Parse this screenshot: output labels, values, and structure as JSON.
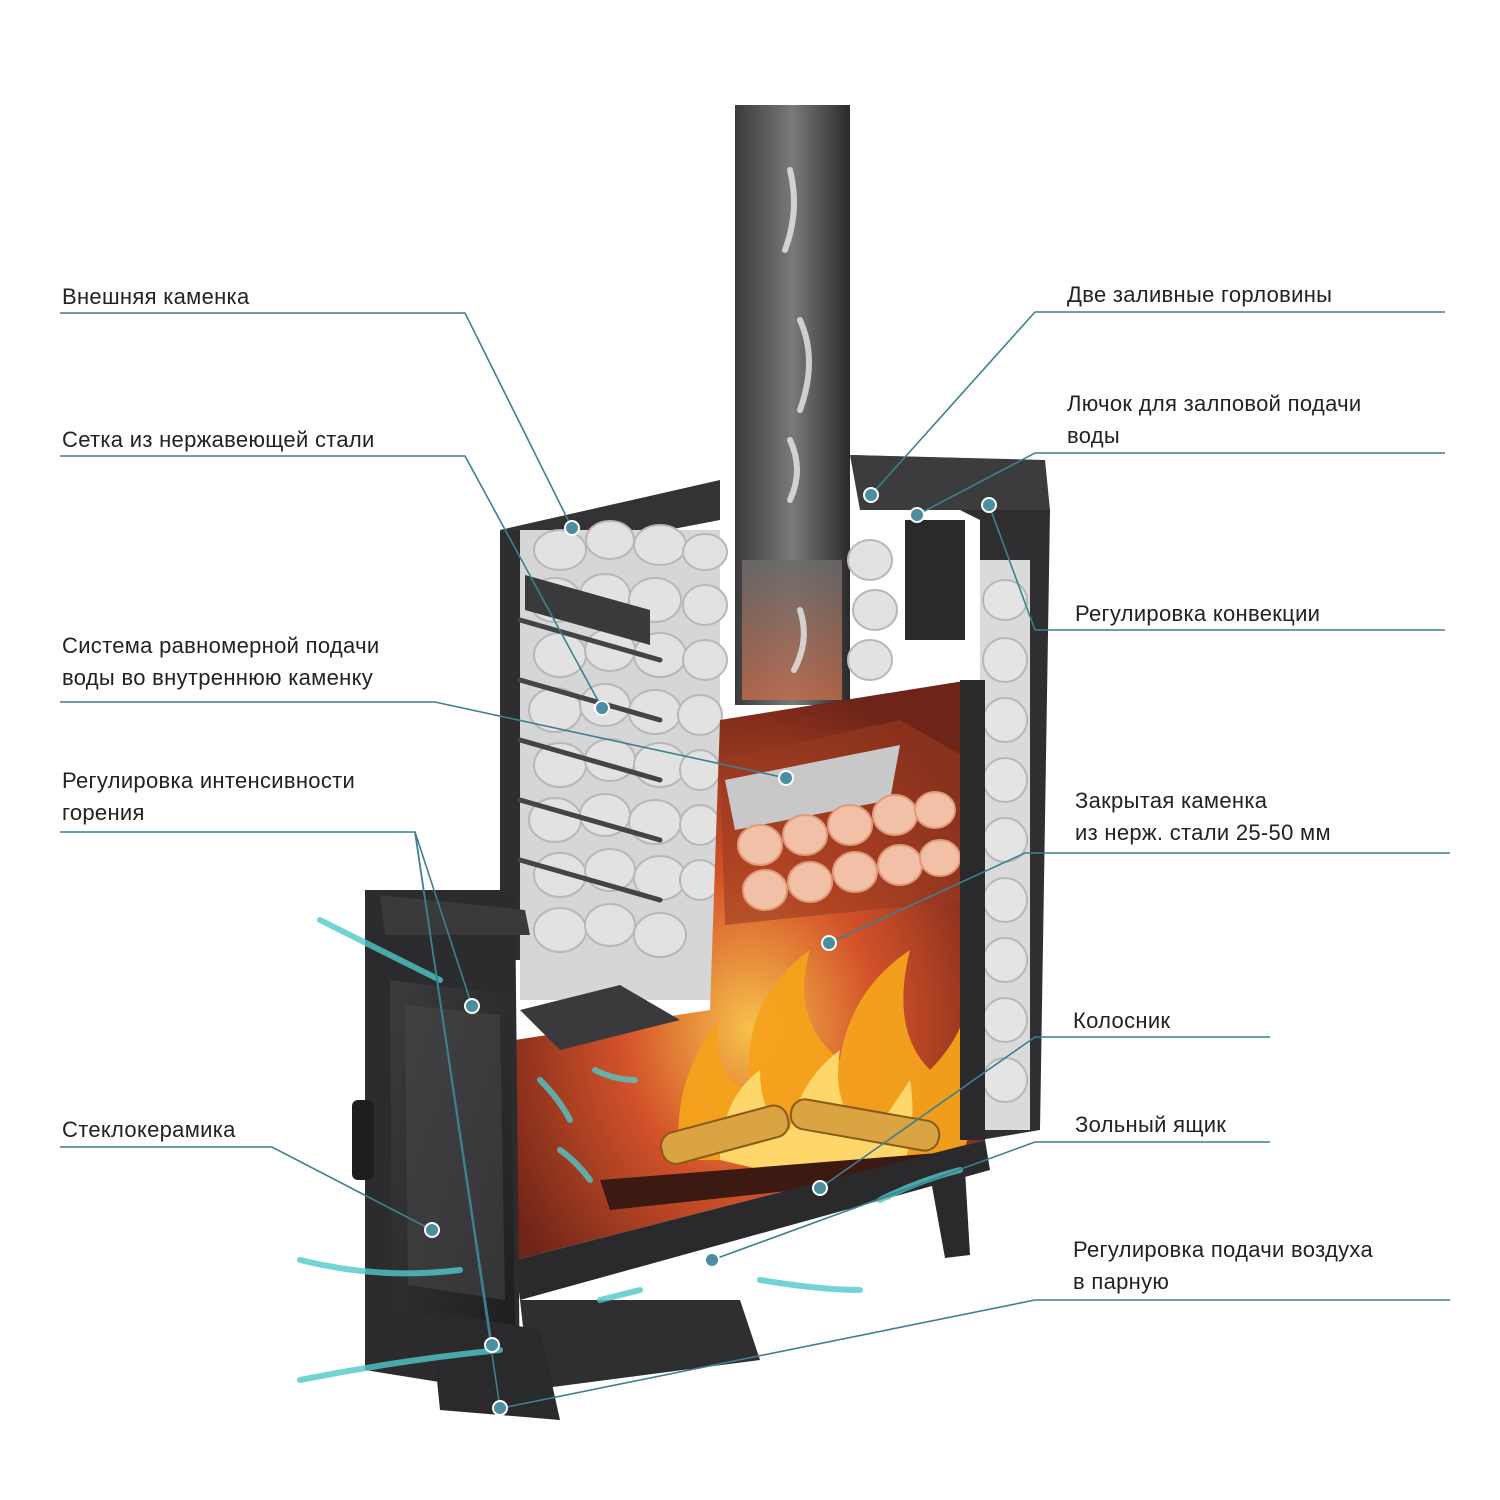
{
  "colors": {
    "leader": "#3f7f8f",
    "dot": "#4a8ea0",
    "steel": "#2c2c2e",
    "stone": "#dcdcdc",
    "fire": "#f4a21c",
    "firebox": "#8a2f1e",
    "air": "#4fc9c9"
  },
  "labels": {
    "outer_heater": {
      "lines": [
        "Внешняя каменка"
      ]
    },
    "steel_mesh": {
      "lines": [
        "Сетка из нержавеющей стали"
      ]
    },
    "water_system": {
      "lines": [
        "Система равномерной подачи",
        "воды во внутреннюю каменку"
      ]
    },
    "burn_control": {
      "lines": [
        "Регулировка интенсивности",
        "горения"
      ]
    },
    "glass": {
      "lines": [
        "Стеклокерамика"
      ]
    },
    "fill_necks": {
      "lines": [
        "Две заливные горловины"
      ]
    },
    "water_hatch": {
      "lines": [
        "Лючок для залповой подачи",
        "воды"
      ]
    },
    "convection": {
      "lines": [
        "Регулировка конвекции"
      ]
    },
    "closed_heater": {
      "lines": [
        "Закрытая каменка",
        "из нерж. стали 25-50 мм"
      ]
    },
    "grate": {
      "lines": [
        "Колосник"
      ]
    },
    "ash_box": {
      "lines": [
        "Зольный ящик"
      ]
    },
    "air_supply": {
      "lines": [
        "Регулировка подачи воздуха",
        "в парную"
      ]
    }
  }
}
